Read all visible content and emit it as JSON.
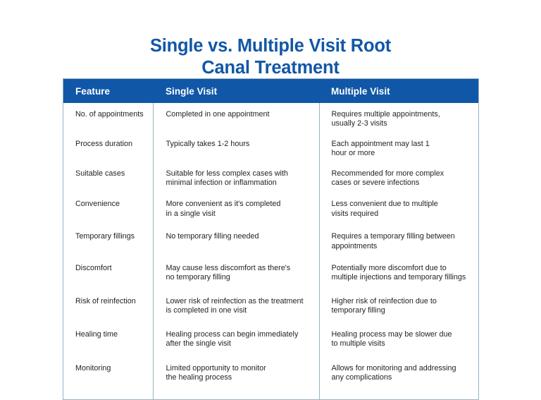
{
  "title": {
    "line1": "Single vs. Multiple Visit Root",
    "line2": "Canal Treatment",
    "color": "#1257a6"
  },
  "colors": {
    "header_bg": "#1057a8",
    "header_text": "#ffffff",
    "border": "#9ab2c2",
    "body_text": "#231f20",
    "page_bg": "#ffffff"
  },
  "table": {
    "headers": [
      "Feature",
      "Single Visit",
      "Multiple Visit"
    ],
    "rows": [
      {
        "feature": "No. of appointments",
        "single": [
          "Completed in one appointment"
        ],
        "multiple": [
          "Requires multiple appointments,",
          "usually 2-3 visits"
        ]
      },
      {
        "feature": "Process duration",
        "single": [
          "Typically takes 1-2 hours"
        ],
        "multiple": [
          "Each appointment may last 1",
          "hour or more"
        ]
      },
      {
        "feature": "Suitable cases",
        "single": [
          "Suitable for less complex cases with",
          "minimal infection or inflammation"
        ],
        "multiple": [
          "Recommended for more complex",
          "cases or severe infections"
        ]
      },
      {
        "feature": "Convenience",
        "single": [
          "More convenient as it's completed",
          "in a single visit"
        ],
        "multiple": [
          "Less convenient due to multiple",
          "visits required"
        ]
      },
      {
        "feature": "Temporary fillings",
        "single": [
          "No temporary filling needed"
        ],
        "multiple": [
          "Requires a temporary filling between",
          "appointments"
        ]
      },
      {
        "feature": "Discomfort",
        "single": [
          "May cause less discomfort as there's",
          "no temporary filling"
        ],
        "multiple": [
          "Potentially more discomfort due to",
          "multiple injections and temporary fillings"
        ]
      },
      {
        "feature": "Risk of reinfection",
        "single": [
          "Lower risk of reinfection as the treatment",
          "is completed in one visit"
        ],
        "multiple": [
          "Higher risk of reinfection due to",
          "temporary filling"
        ]
      },
      {
        "feature": "Healing time",
        "single": [
          "Healing process can begin immediately",
          "after the single visit"
        ],
        "multiple": [
          "Healing process may be slower due",
          "to multiple visits"
        ]
      },
      {
        "feature": "Monitoring",
        "single": [
          "Limited opportunity to monitor",
          "the healing process"
        ],
        "multiple": [
          "Allows for monitoring and addressing",
          "any complications"
        ]
      }
    ]
  }
}
